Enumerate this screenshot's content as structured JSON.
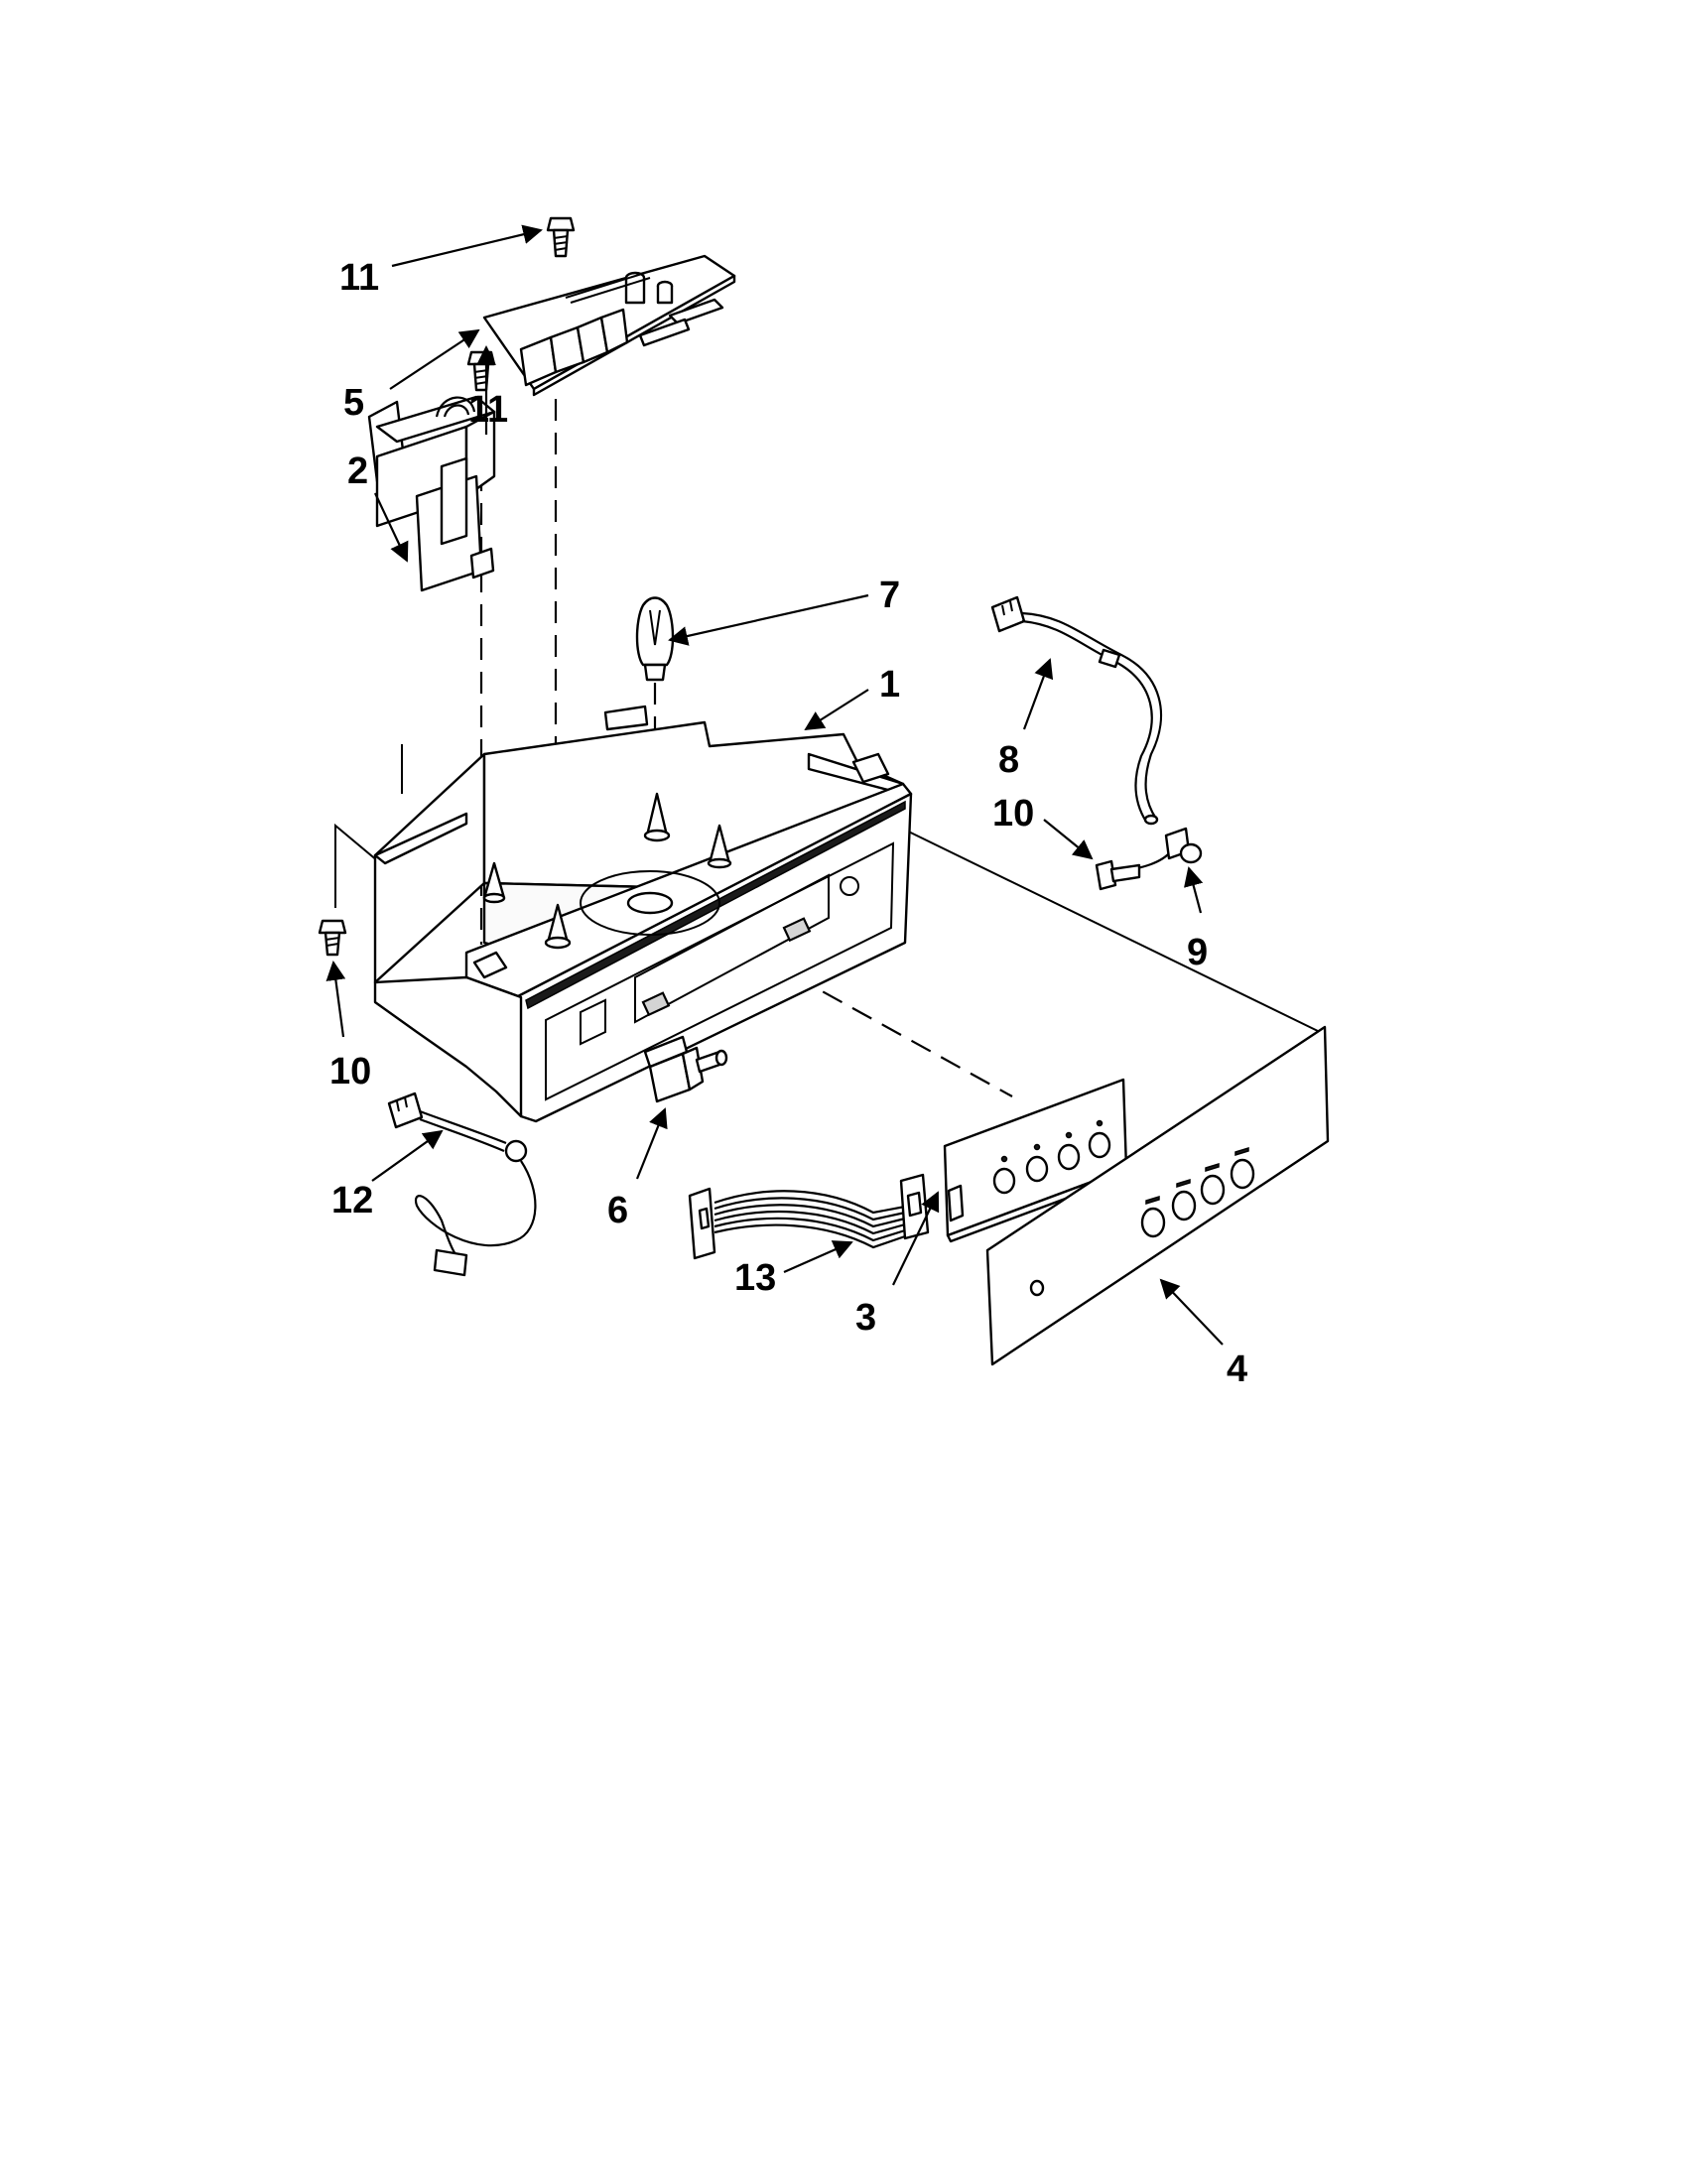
{
  "callouts": {
    "part_1": "1",
    "part_2": "2",
    "part_3": "3",
    "part_4": "4",
    "part_5": "5",
    "part_6": "6",
    "part_7": "7",
    "part_8": "8",
    "part_9": "9",
    "part_10_left": "10",
    "part_10_right": "10",
    "part_11_top": "11",
    "part_11_mid": "11",
    "part_12": "12",
    "part_13": "13"
  }
}
